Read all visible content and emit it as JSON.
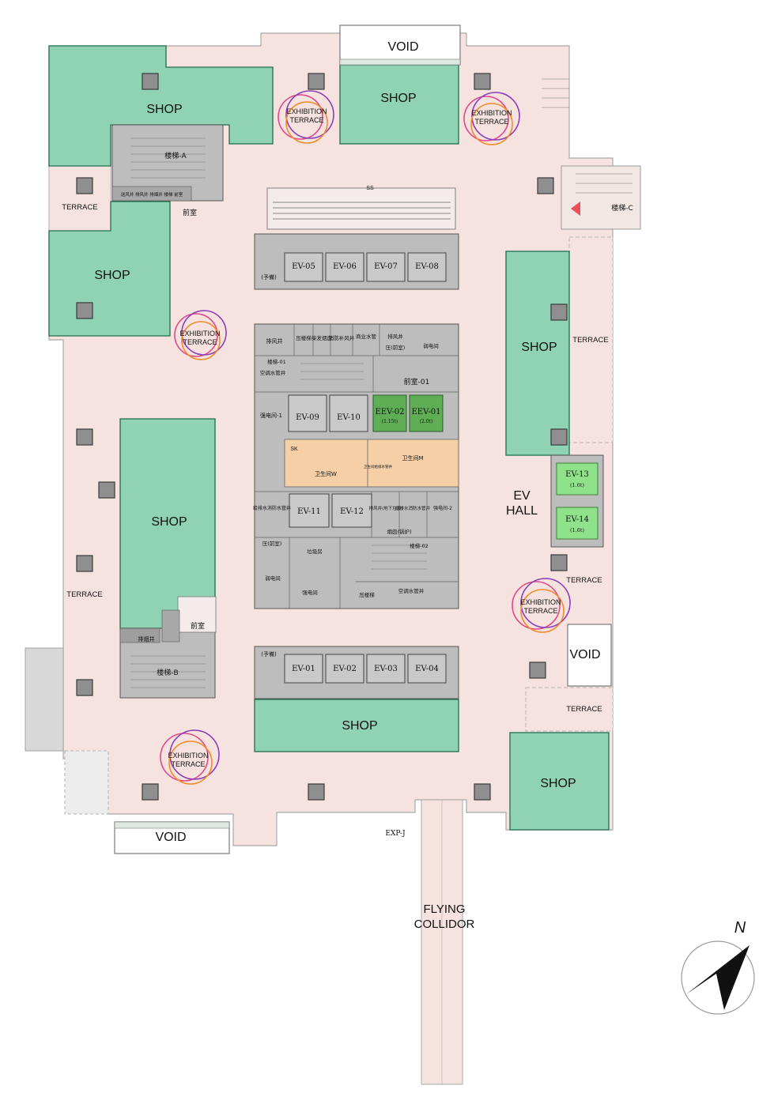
{
  "colors": {
    "floor": "#f6e3df",
    "shop": "#8fd3b4",
    "shop_stroke": "#1f6e4e",
    "core": "#bdbdbd",
    "core_dark": "#9e9e9e",
    "wc": "#f6cfa6",
    "green_ev": "#5fae55",
    "light_ev": "#8fe28a",
    "column": "#8f8f8f",
    "ring_a": "#e04a8a",
    "ring_b": "#8a3fb8",
    "ring_c": "#f08a2a",
    "arrow": "#e8505a"
  },
  "labels": {
    "shop": "SHOP",
    "void": "VOID",
    "terrace": "TERRACE",
    "exhibition_line1": "EXHIBITION",
    "exhibition_line2": "TERRACE",
    "ev_hall_line1": "EV",
    "ev_hall_line2": "HALL",
    "flying_line1": "FLYING",
    "flying_line2": "COLLIDOR",
    "north": "N",
    "exp_j": "EXP-J",
    "ss": "SS",
    "sk": "SK"
  },
  "elevators": {
    "upper_bank": [
      "EV-05",
      "EV-06",
      "EV-07",
      "EV-08"
    ],
    "upper_spare": "(予備)",
    "mid_left": [
      "EV-09",
      "EV-10"
    ],
    "mid_green": [
      {
        "id": "EEV-02",
        "cap": "(1.15t)"
      },
      {
        "id": "EEV-01",
        "cap": "(2.0t)"
      }
    ],
    "lower_mid": [
      "EV-11",
      "EV-12"
    ],
    "lower_bank": [
      "EV-01",
      "EV-02",
      "EV-03",
      "EV-04"
    ],
    "lower_spare": "(予備)",
    "hall": [
      {
        "id": "EV-13",
        "cap": "(1.6t)"
      },
      {
        "id": "EV-14",
        "cap": "(1.6t)"
      }
    ]
  },
  "rooms": {
    "stair_a": "楼梯-A",
    "stair_b": "楼梯-B",
    "stair_c": "楼梯-C",
    "stair_01": "楼梯-01",
    "stair_02": "楼梯-02",
    "lobby": "前室",
    "lobby_01": "前室-01",
    "exhaust_shaft": "排风井",
    "press_stair": "压楼梯",
    "diesel_flue": "柴发烟囱",
    "fire_shaft": "消防补风井",
    "commercial_water": "商业水管",
    "exhaust_shaft_2": "排风井",
    "press_lobby": "压(前室)",
    "weak_room": "弱电间",
    "ac_water": "空调水管井",
    "strong_room_1": "强电间-1",
    "wc_w": "卫生间W",
    "wc_m": "卫生间M",
    "wc_note": "卫生间给排水管井",
    "water_shaft": "给排水消防水管井",
    "exhaust_basement": "排风井(地下垃圾)",
    "fire_water": "给排水消防水管井",
    "strong_room_2": "强电间-2",
    "flue_boiler": "烟囱(锅炉)",
    "press_lobby_2": "压(前室)",
    "garbage": "垃圾房",
    "weak_room_2": "弱电间",
    "strong_room": "强电间",
    "press_stair_2": "压楼梯",
    "ac_water_2": "空调水管井",
    "smoke_shaft": "排烟井",
    "stair_a_legend": "送风井 排风井 排烟井 楼梯 前室"
  }
}
